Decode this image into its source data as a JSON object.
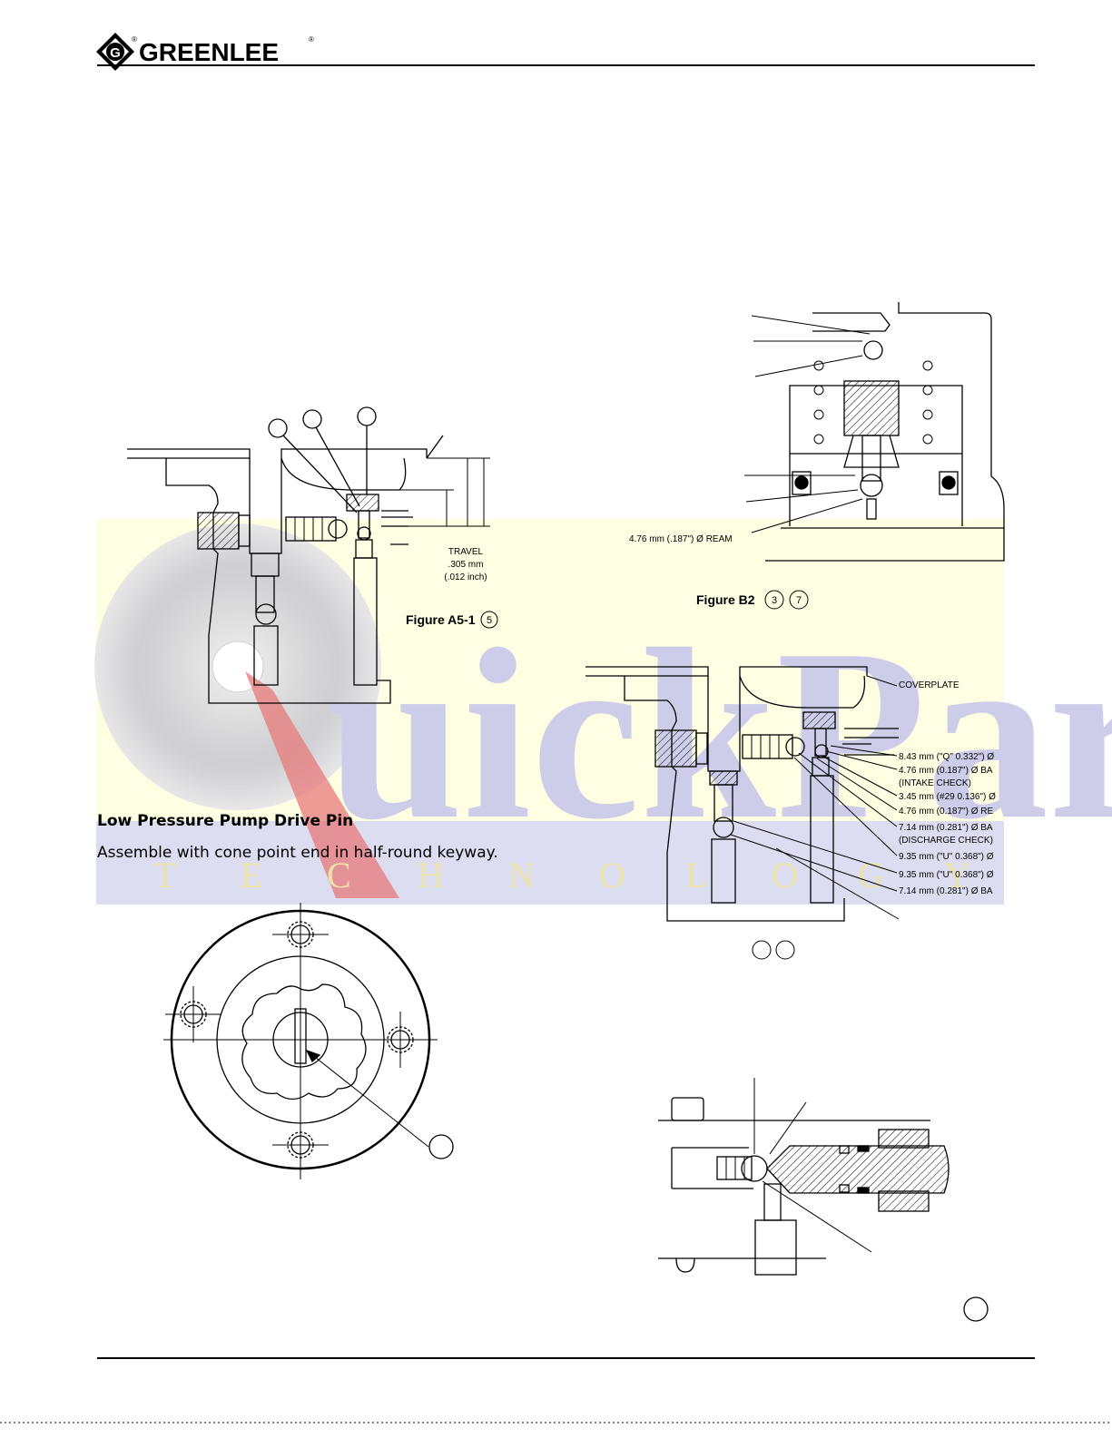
{
  "header": {
    "brand": "GREENLEE",
    "registered_mark": "®"
  },
  "watermark": {
    "word": "uickParts",
    "tagline": [
      "T",
      "E",
      "C",
      "H",
      "N",
      "O",
      "L",
      "O",
      "G",
      "Y"
    ]
  },
  "figure_a5_1": {
    "caption": "Figure A5-1",
    "callout": "5",
    "travel_label": "TRAVEL",
    "travel_mm": ".305 mm",
    "travel_in": "(.012 inch)"
  },
  "figure_b2": {
    "caption": "Figure B2",
    "callouts": [
      "3",
      "7"
    ],
    "ream_label": "4.76 mm (.187\") Ø REAM"
  },
  "figure_b3": {
    "coverplate": "COVERPLATE",
    "labels": [
      "8.43 mm (\"Q\" 0.332\") Ø",
      "4.76 mm (0.187\") Ø BA",
      "(INTAKE CHECK)",
      "3.45 mm (#29 0.136\") Ø",
      "4.76 mm (0.187\") Ø RE",
      "7.14 mm (0.281\") Ø BA",
      "(DISCHARGE CHECK)",
      "9.35 mm (\"U\" 0.368\") Ø",
      "9.35 mm (\"U\" 0.368\") Ø",
      "7.14 mm (0.281\") Ø BA"
    ]
  },
  "section": {
    "heading": "Low Pressure Pump Drive Pin",
    "text": "Assemble with cone point end in half-round keyway."
  }
}
